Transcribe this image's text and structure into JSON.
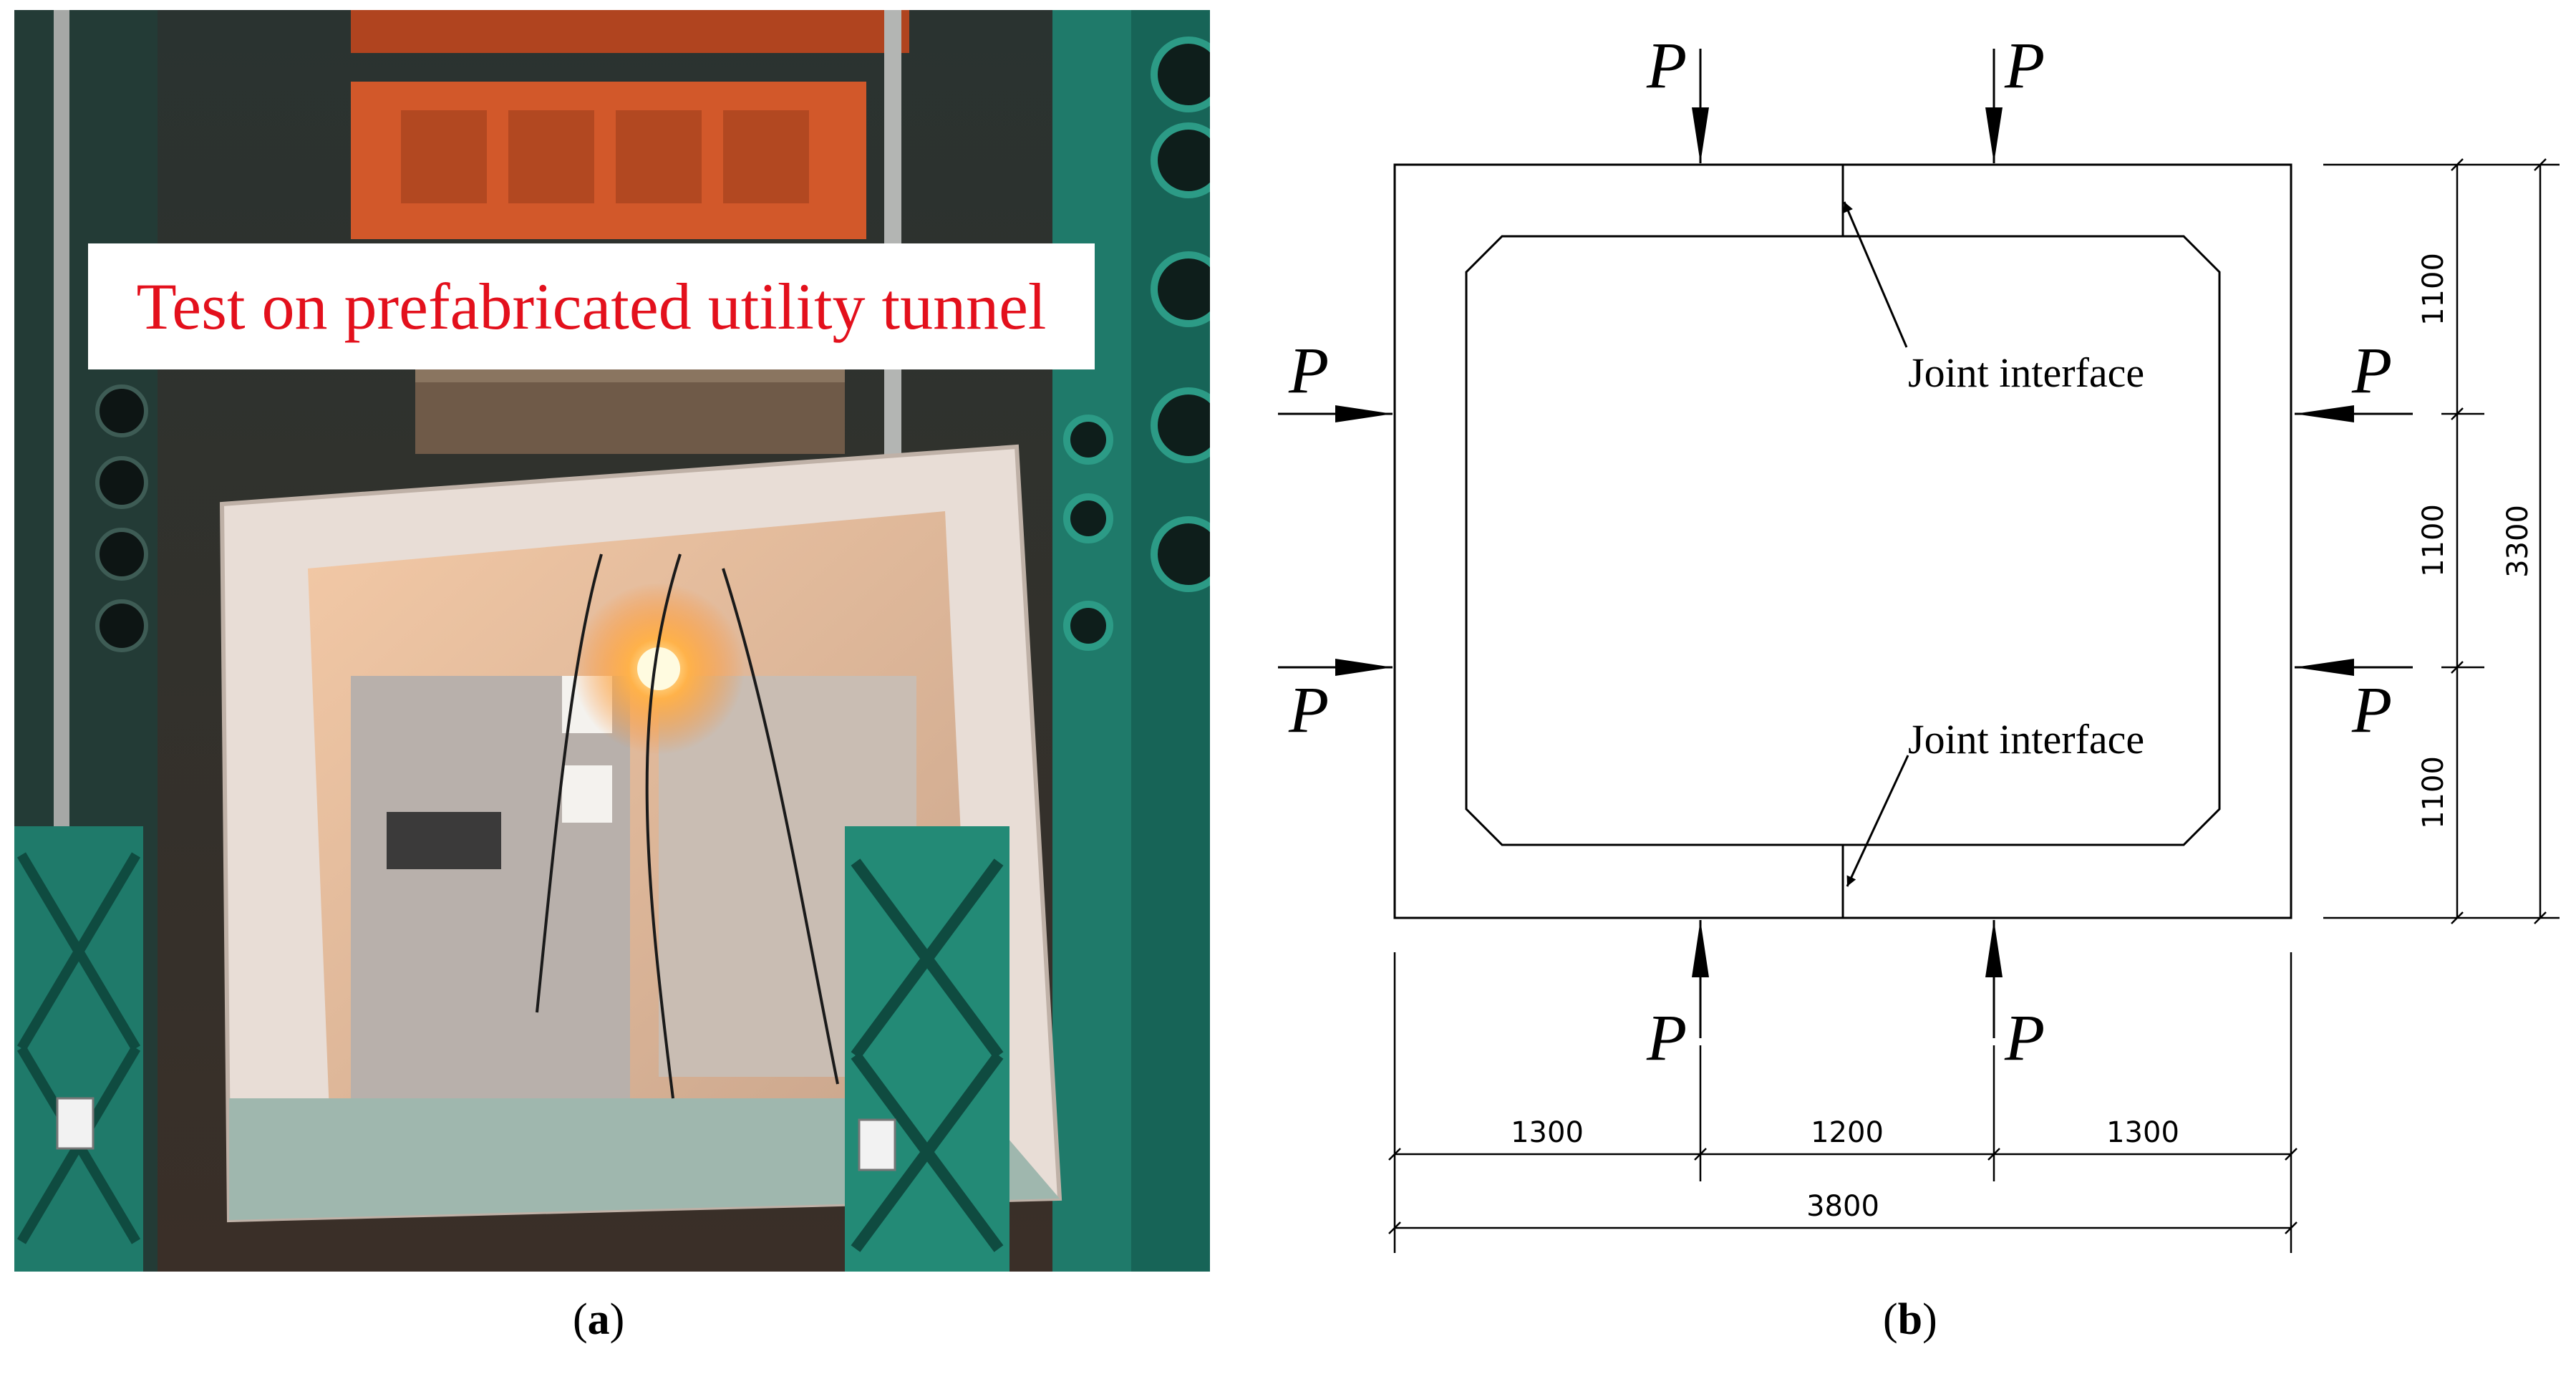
{
  "panel_a": {
    "overlay_title": "Test on prefabricated utility tunnel",
    "caption_paren_open": "(",
    "caption_letter": "a",
    "caption_paren_close": ")"
  },
  "panel_b": {
    "load_label": "P",
    "joint_label": "Joint interface",
    "dims": {
      "bottom_segments": [
        "1300",
        "1200",
        "1300"
      ],
      "bottom_total": "3800",
      "right_segments": [
        "1100",
        "1100",
        "1100"
      ],
      "right_total": "3300"
    },
    "caption_paren_open": "(",
    "caption_letter": "b",
    "caption_paren_close": ")"
  },
  "colors": {
    "overlay_text": "#e3101c",
    "steel_frame": "#1f7a6a",
    "loading_beam": "#d2582a",
    "specimen": "#e8ddd6"
  }
}
